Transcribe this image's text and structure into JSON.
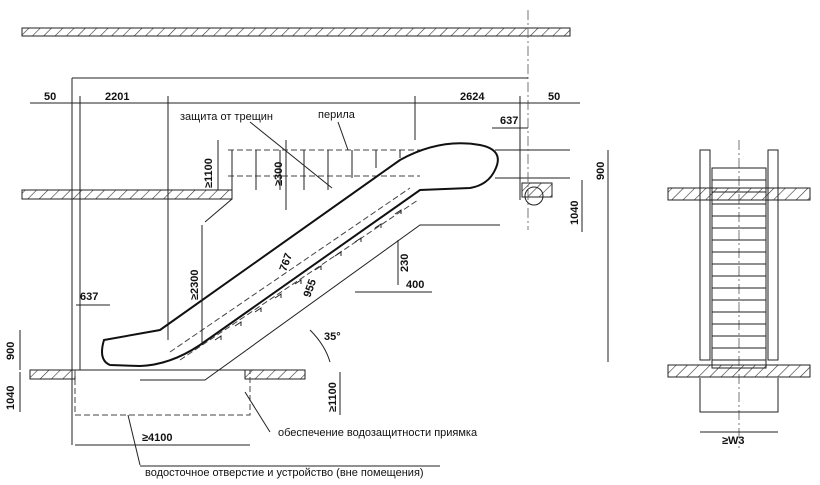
{
  "labels": {
    "crack_protection": "защита от трещин",
    "handrail": "перила",
    "pit_waterproofing": "обеспечение водозащитности приямка",
    "drain": "водосточное отверстие и устройство (вне помещения)"
  },
  "dimensions": {
    "top_left_50": "50",
    "top_2201": "2201",
    "top_2624": "2624",
    "top_right_50": "50",
    "d637_top": "637",
    "d637_bottom": "637",
    "d1100_top": "≥1100",
    "d300": "≥300",
    "d900_right": "900",
    "d1040_right": "1040",
    "d2300": "≥2300",
    "d767": "767",
    "d955": "955",
    "d230": "230",
    "d400": "400",
    "angle": "35°",
    "d900_left": "900",
    "d1040_left": "1040",
    "d1100_bottom": "≥1100",
    "d4100": "≥4100",
    "dW3": "≥W3"
  }
}
